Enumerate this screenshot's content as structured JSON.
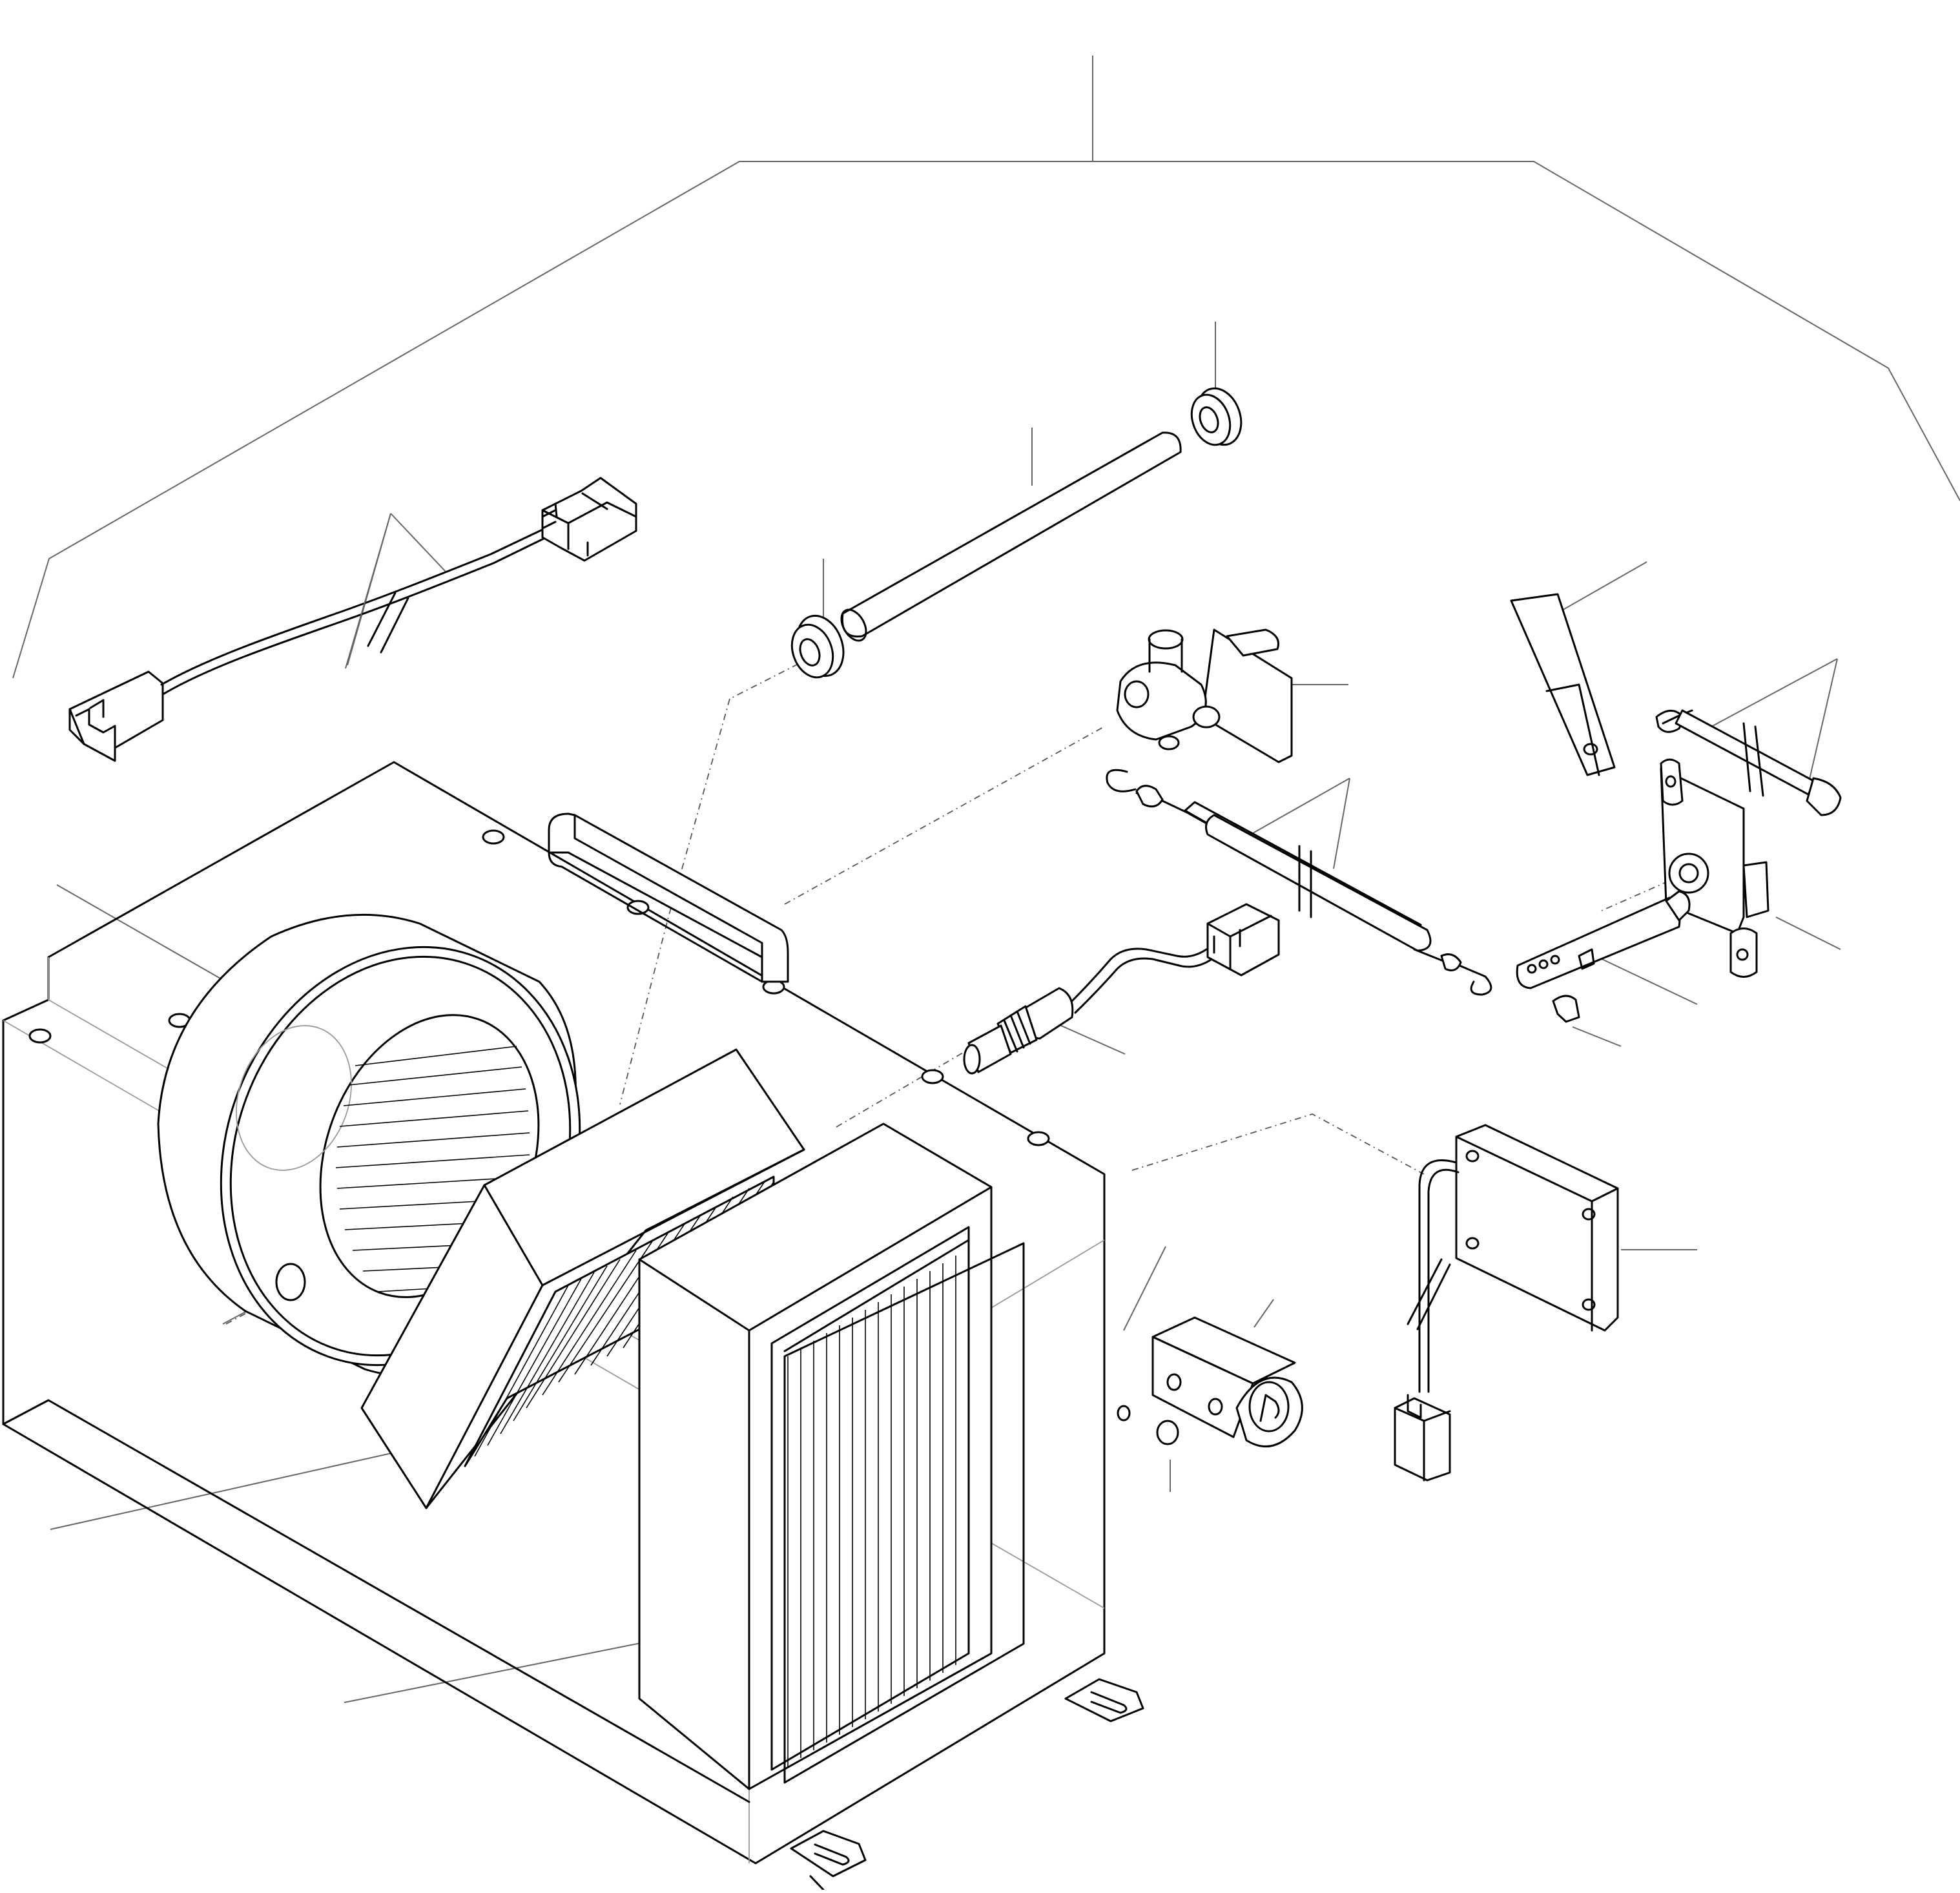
{
  "drawing": {
    "kind": "exploded parts illustration",
    "parts": [
      {
        "id": "housing-unit",
        "icon": "heater-housing-icon"
      },
      {
        "id": "blower-fan",
        "icon": "blower-fan-icon"
      },
      {
        "id": "air-filter",
        "icon": "filter-icon"
      },
      {
        "id": "heater-core",
        "icon": "heat-exchanger-icon"
      },
      {
        "id": "wire-harness",
        "icon": "wire-harness-icon"
      },
      {
        "id": "pipe-tube",
        "icon": "tube-icon"
      },
      {
        "id": "grommet-upper",
        "icon": "grommet-icon"
      },
      {
        "id": "grommet-lower",
        "icon": "grommet-icon"
      },
      {
        "id": "water-valve",
        "icon": "valve-icon"
      },
      {
        "id": "control-cable",
        "icon": "cable-icon"
      },
      {
        "id": "sensor-harness",
        "icon": "sensor-icon"
      },
      {
        "id": "bracket-strip",
        "icon": "bracket-icon"
      },
      {
        "id": "linkage-rod",
        "icon": "rod-icon"
      },
      {
        "id": "actuator-motor",
        "icon": "actuator-icon"
      },
      {
        "id": "lever-arm",
        "icon": "lever-icon"
      },
      {
        "id": "retaining-clip",
        "icon": "clip-icon"
      },
      {
        "id": "resistor-module",
        "icon": "resistor-icon"
      },
      {
        "id": "expansion-valve",
        "icon": "expansion-valve-icon"
      },
      {
        "id": "o-rings",
        "icon": "o-ring-icon"
      }
    ]
  }
}
